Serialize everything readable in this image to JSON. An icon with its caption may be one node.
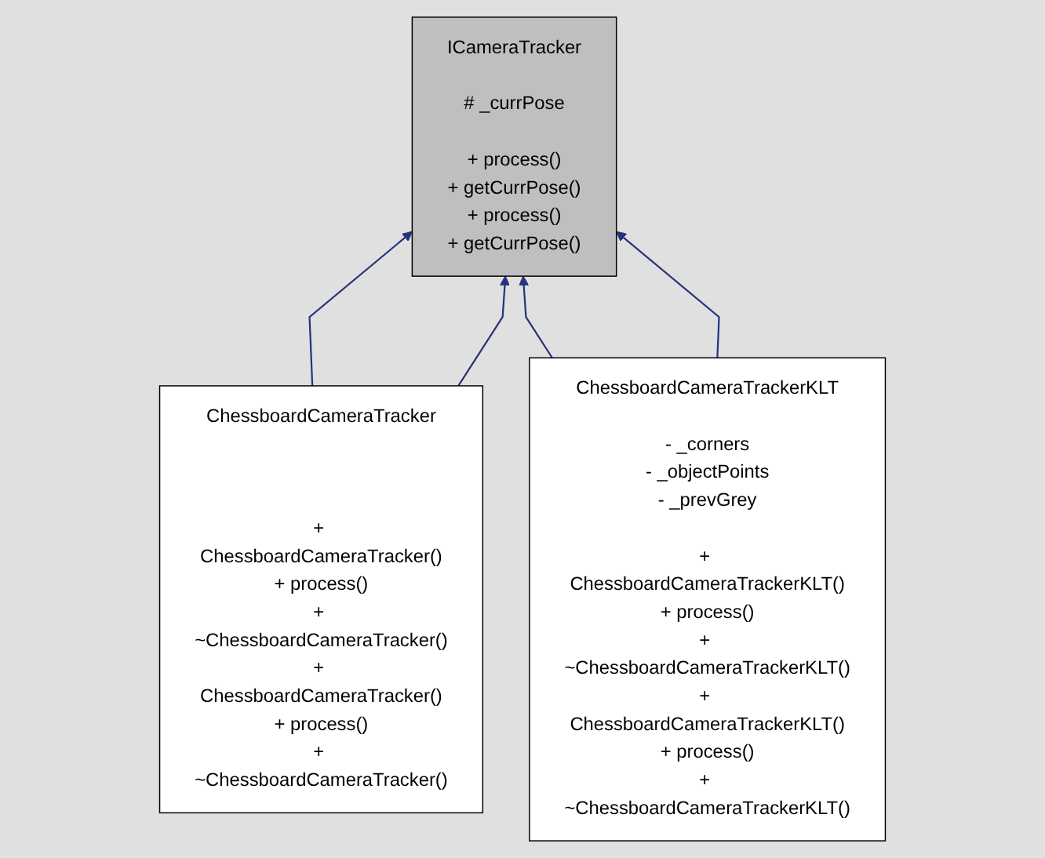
{
  "diagram": {
    "nodes": [
      {
        "text": [
          "ICameraTracker",
          "# _currPose",
          "+ process()",
          "+ getCurrPose()",
          "+ process()",
          "+ getCurrPose()"
        ]
      },
      {
        "text": [
          "ChessboardCameraTracker",
          "+ ChessboardCameraTracker()",
          "+ process()",
          "+ ~ChessboardCameraTracker()",
          "+ ChessboardCameraTracker()",
          "+ process()",
          "+ ~ChessboardCameraTracker()"
        ]
      },
      {
        "text": [
          "ChessboardCameraTrackerKLT",
          "- _corners",
          "- _objectPoints",
          "- _prevGrey",
          "+ ChessboardCameraTrackerKLT()",
          "+ process()",
          "+ ~ChessboardCameraTrackerKLT()",
          "+ ChessboardCameraTrackerKLT()",
          "+ process()",
          "+ ~ChessboardCameraTrackerKLT()"
        ]
      }
    ],
    "edges": [
      {
        "from": 1,
        "to": 0,
        "arrow": "to"
      },
      {
        "from": 1,
        "to": 0,
        "arrow": "to"
      },
      {
        "from": 2,
        "to": 0,
        "arrow": "to"
      },
      {
        "from": 2,
        "to": 0,
        "arrow": "to"
      }
    ]
  }
}
